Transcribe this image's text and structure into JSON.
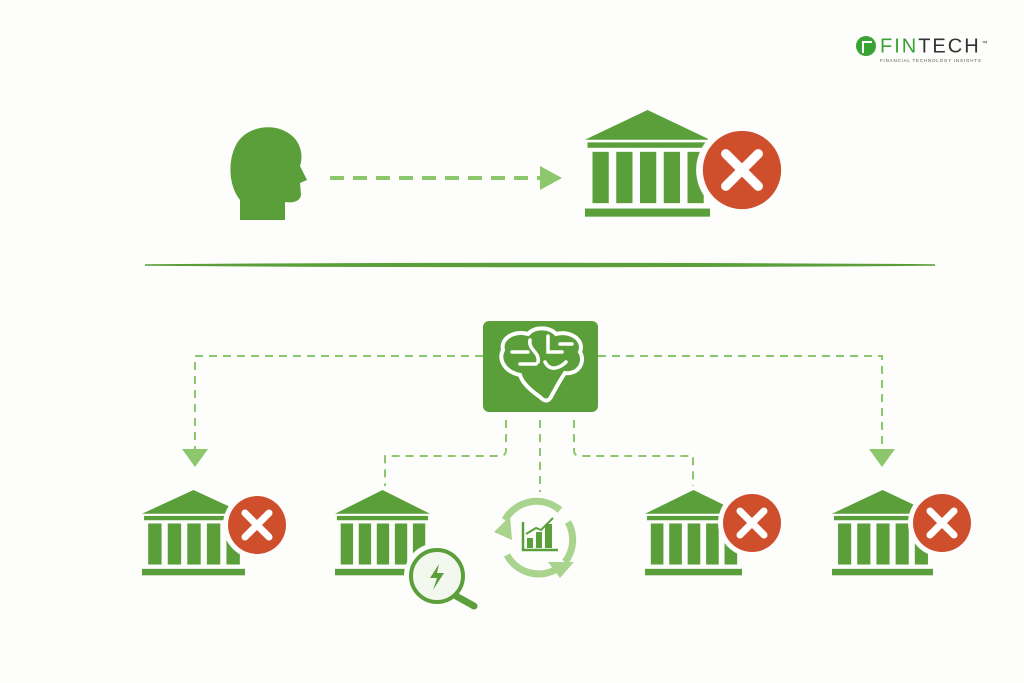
{
  "logo": {
    "name_part1": "FIN",
    "name_part2": "TECH",
    "trademark": "™",
    "tagline": "FINANCIAL TECHNOLOGY INSIGHTS"
  },
  "colors": {
    "green": "#5b9f3b",
    "light_green": "#8cc76b",
    "red": "#cf4f2c",
    "logo_green": "#3aa335"
  },
  "icons": [
    "person-head-icon",
    "bank-icon",
    "rejected-x-icon",
    "brain-icon",
    "magnifier-lightning-icon",
    "cycle-growth-chart-icon",
    "arrow-down-icon",
    "arrow-right-icon"
  ]
}
